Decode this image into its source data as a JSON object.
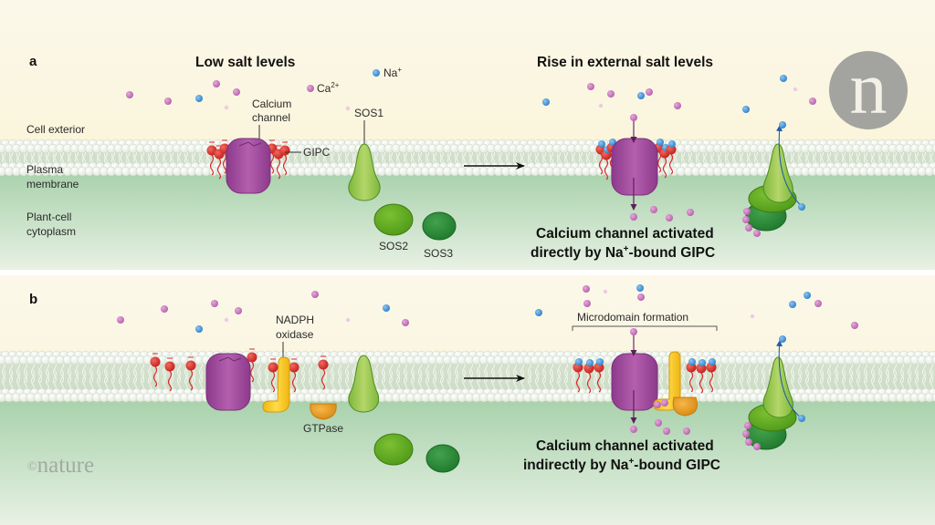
{
  "figure": {
    "logo_letter": "n",
    "copyright_symbol": "©",
    "copyright_text": "nature",
    "colors": {
      "exterior": "#fbf7e6",
      "cytoplasm": "#a9d2ac",
      "lipid_head": "#ffffff",
      "calcium_channel": "#a44a9f",
      "sos1": "#9ccb4f",
      "sos2": "#5aa51d",
      "sos3": "#2c8c38",
      "gipc": "#d92b2b",
      "na_ion": "#3b8fd6",
      "ca_ion": "#c77cbd",
      "nadph_oxidase": "#f2c21a",
      "gtpase": "#e39a1a",
      "logo": "#a3a3a0"
    }
  },
  "panel_a": {
    "letter": "a",
    "left_title": "Low salt levels",
    "right_title": "Rise in external salt levels",
    "region_labels": {
      "exterior": "Cell exterior",
      "membrane_line1": "Plasma",
      "membrane_line2": "membrane",
      "cytoplasm_line1": "Plant-cell",
      "cytoplasm_line2": "cytoplasm"
    },
    "ion_labels": {
      "na": "Na",
      "na_sup": "+",
      "ca": "Ca",
      "ca_sup": "2+"
    },
    "protein_labels": {
      "channel_line1": "Calcium",
      "channel_line2": "channel",
      "gipc": "GIPC",
      "sos1": "SOS1",
      "sos2": "SOS2",
      "sos3": "SOS3"
    },
    "caption_line1": "Calcium channel activated",
    "caption_line2_pre": "directly by Na",
    "caption_line2_sup": "+",
    "caption_line2_post": "-bound GIPC"
  },
  "panel_b": {
    "letter": "b",
    "protein_labels": {
      "nadph_line1": "NADPH",
      "nadph_line2": "oxidase",
      "gtpase": "GTPase"
    },
    "microdomain_label": "Microdomain formation",
    "caption_line1": "Calcium channel activated",
    "caption_line2_pre": "indirectly by Na",
    "caption_line2_sup": "+",
    "caption_line2_post": "-bound GIPC"
  }
}
